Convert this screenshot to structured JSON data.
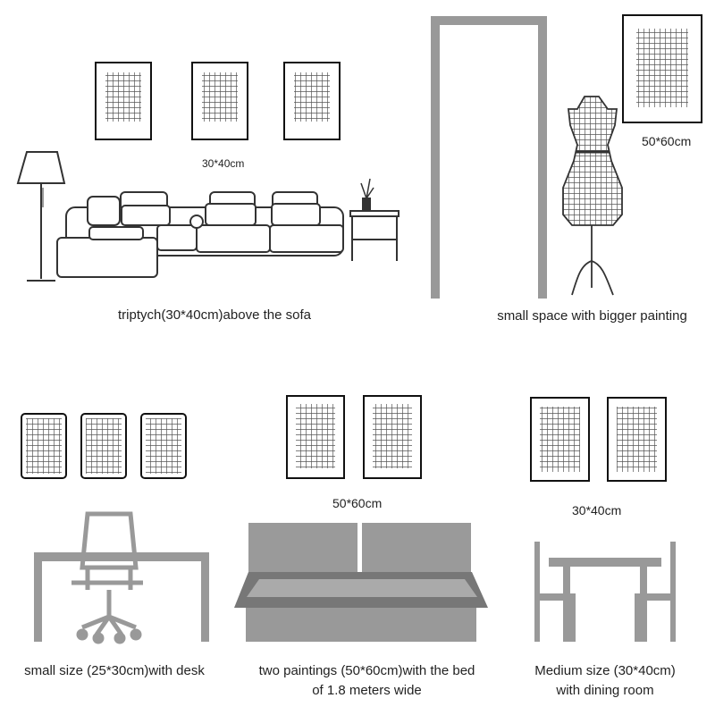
{
  "scenes": {
    "sofa": {
      "size_label": "30*40cm",
      "caption": "triptych(30*40cm)above the sofa",
      "painting_count": 3
    },
    "mannequin": {
      "size_label": "50*60cm",
      "caption": "small space with bigger painting",
      "painting_count": 1
    },
    "desk": {
      "caption": "small size (25*30cm)with desk",
      "painting_count": 3
    },
    "bed": {
      "size_label": "50*60cm",
      "caption_line1": "two paintings (50*60cm)with the bed",
      "caption_line2": "of 1.8 meters wide",
      "painting_count": 2
    },
    "dining": {
      "size_label": "30*40cm",
      "caption_line1": "Medium size (30*40cm)",
      "caption_line2": "with dining room",
      "painting_count": 2
    }
  },
  "colors": {
    "frame": "#111111",
    "grid": "#555555",
    "furniture_outline": "#333333",
    "furniture_fill": "#9a9a9a",
    "door": "#999999"
  }
}
